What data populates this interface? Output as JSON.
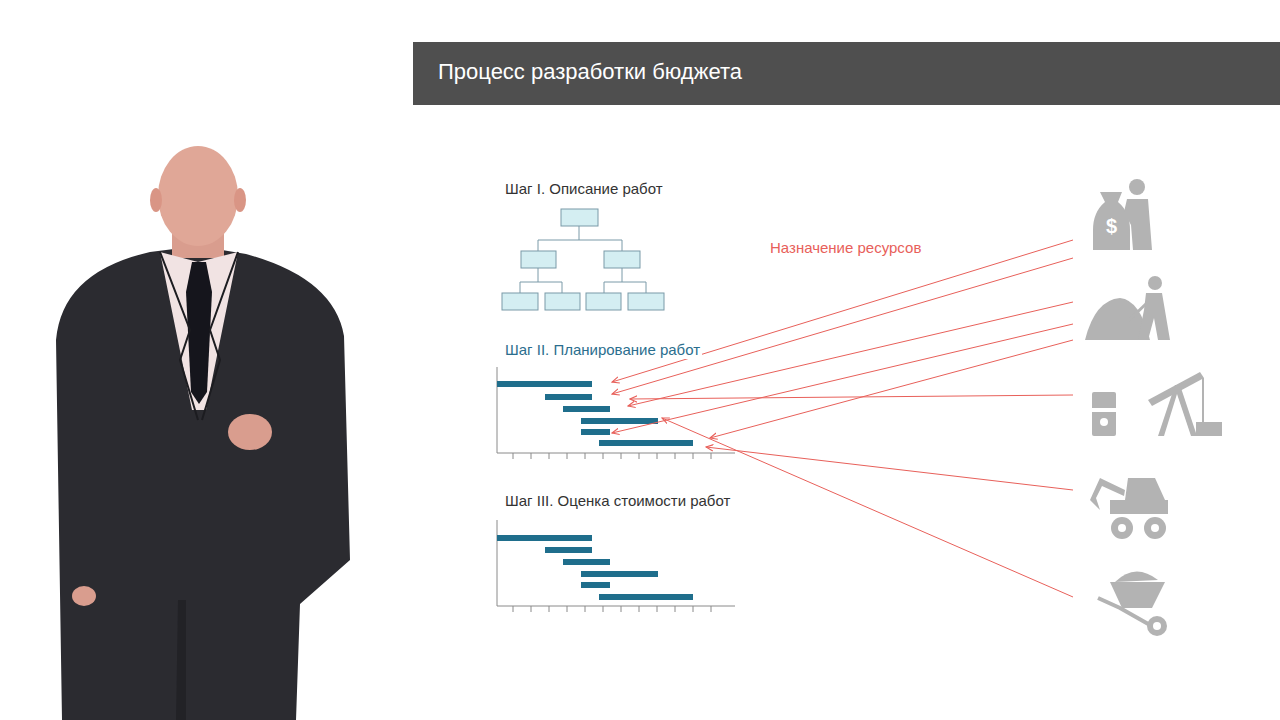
{
  "diagram": {
    "title": "Процесс разработки бюджета",
    "labels": [
      "$",
      "Шаг I. Описание работ",
      "Назначение ресурсов",
      "Шаг II. Планирование работ",
      "Шаг III. Оценка стоимости работ"
    ]
  }
}
